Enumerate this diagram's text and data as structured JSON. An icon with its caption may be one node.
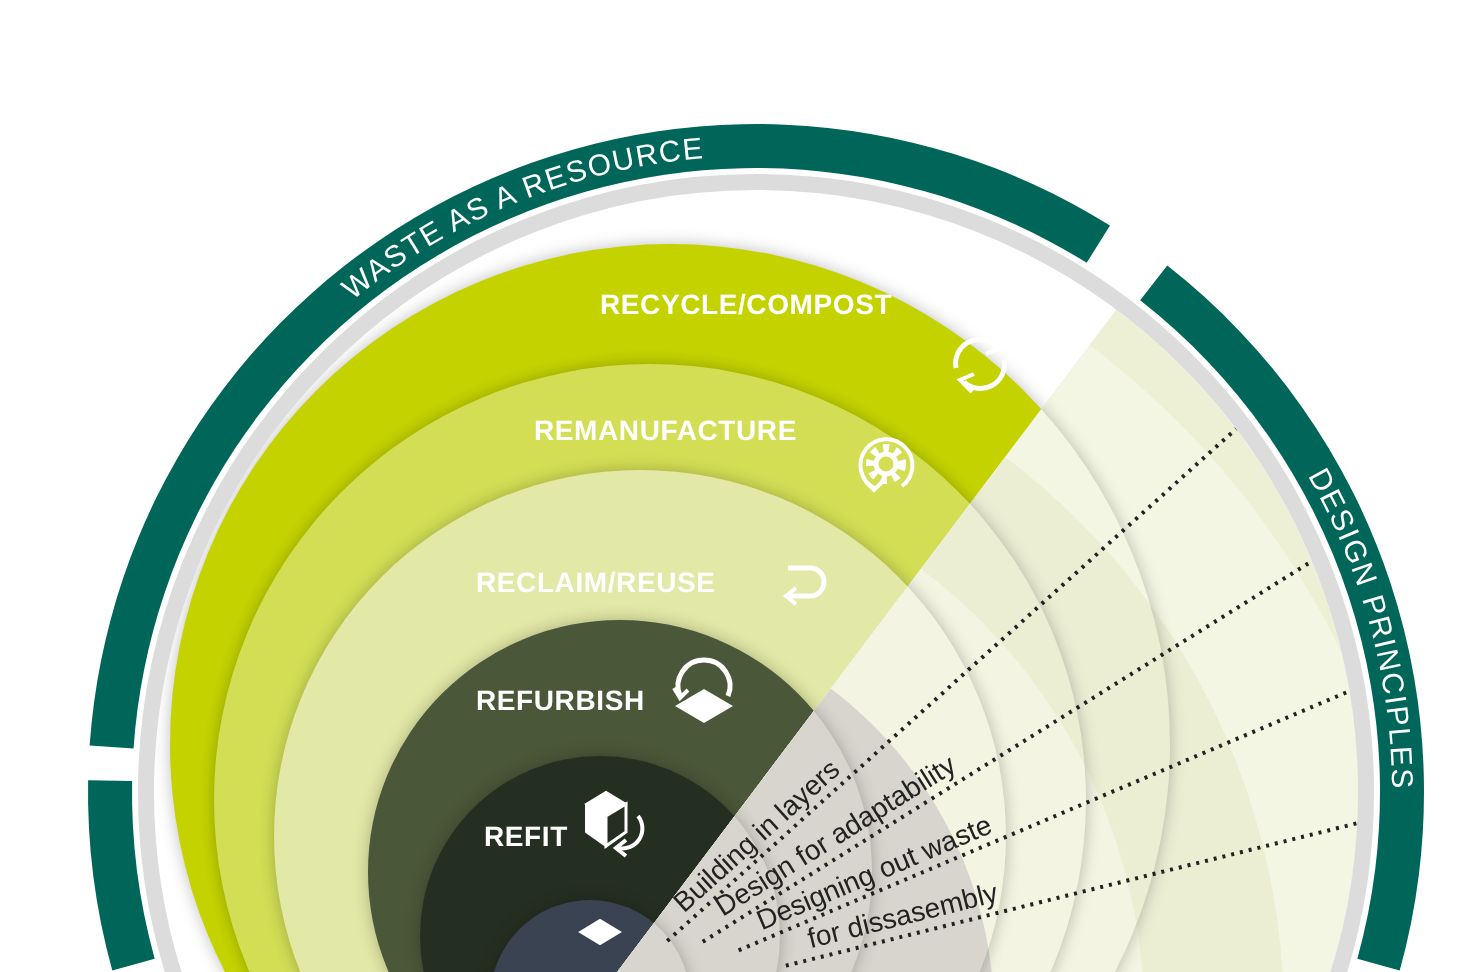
{
  "diagram": {
    "nodes": [
      {
        "text": [
          "WASTE AS A RESOURCE"
        ]
      },
      {
        "text": [
          "DESIGN PRINCIPLES"
        ]
      },
      {
        "text": [],
        "shape": "arc"
      },
      {
        "text": [
          "RECYCLE/COMPOST"
        ]
      },
      {
        "text": [
          "REMANUFACTURE"
        ],
        "in": 3
      },
      {
        "text": [
          "RECLAIM/REUSE"
        ],
        "in": 4
      },
      {
        "text": [
          "REFURBISH"
        ],
        "in": 5
      },
      {
        "text": [
          "REFIT"
        ],
        "in": 6
      },
      {
        "text": [],
        "shape": "circle",
        "in": 7
      }
    ],
    "labels": [
      "Building in layers",
      "Design for adaptability",
      "Designing out waste",
      "for dissasembly"
    ]
  }
}
